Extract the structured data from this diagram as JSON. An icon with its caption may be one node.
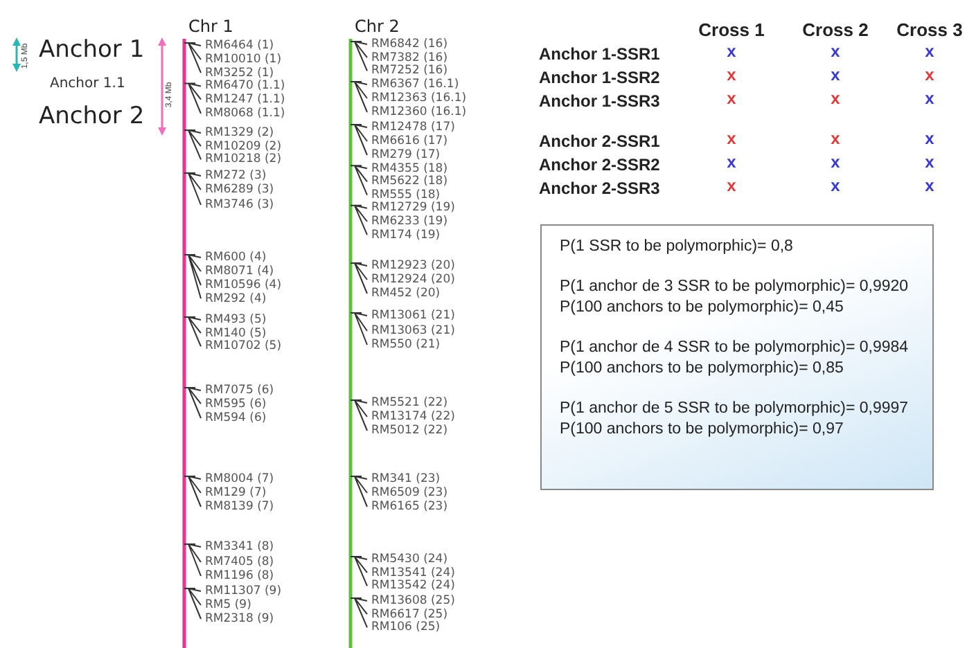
{
  "diagram": {
    "nodes": [
      {
        "text": [
          "P(1 SSR to be polymorphic)= 0,8",
          "P(1 anchor de 3 SSR to be polymorphic)= 0,9920",
          "P(100 anchors to be polymorphic)= 0,45",
          "P(1 anchor de 4 SSR to be polymorphic)= 0,9984",
          "P(100 anchors to be polymorphic)= 0,85",
          "P(1 anchor de 5 SSR to be polymorphic)= 0,9997",
          "P(100 anchors to be polymorphic)= 0,97"
        ]
      }
    ],
    "labels": [
      "1,5 Mb",
      "Anchor 1",
      "3,4 Mb",
      "Anchor 1.1",
      "Anchor 2",
      "Chr 1",
      "Chr 2",
      "RM6464 (1)",
      "RM10010 (1)",
      "RM3252 (1)",
      "RM6470 (1.1)",
      "RM1247 (1.1)",
      "RM8068 (1.1)",
      "RM1329 (2)",
      "RM10209 (2)",
      "RM10218 (2)",
      "RM272 (3)",
      "RM6289 (3)",
      "RM3746 (3)",
      "RM600 (4)",
      "RM8071 (4)",
      "RM10596 (4)",
      "RM292 (4)",
      "RM493 (5)",
      "RM140 (5)",
      "RM10702 (5)",
      "RM7075 (6)",
      "RM595 (6)",
      "RM594 (6)",
      "RM8004 (7)",
      "RM129 (7)",
      "RM8139 (7)",
      "RM3341 (8)",
      "RM7405 (8)",
      "RM1196 (8)",
      "RM11307 (9)",
      "RM5 (9)",
      "RM2318 (9)",
      "RM6842 (16)",
      "RM7382 (16)",
      "RM7252 (16)",
      "RM6367 (16.1)",
      "RM12363 (16.1)",
      "RM12360 (16.1)",
      "RM12478 (17)",
      "RM6616 (17)",
      "RM279 (17)",
      "RM4355 (18)",
      "RM5622 (18)",
      "RM555 (18)",
      "RM12729 (19)",
      "RM6233 (19)",
      "RM174 (19)",
      "RM12923 (20)",
      "RM12924 (20)",
      "RM452 (20)",
      "RM13061 (21)",
      "RM13063 (21)",
      "RM550 (21)",
      "RM5521 (22)",
      "RM13174 (22)",
      "RM5012 (22)",
      "RM341 (23)",
      "RM6509 (23)",
      "RM6165 (23)",
      "RM5430 (24)",
      "RM13541 (24)",
      "RM13542 (24)",
      "RM13608 (25)",
      "RM6617 (25)",
      "RM106 (25)",
      "Cross 1",
      "Cross 2",
      "Cross 3",
      "Anchor 1-SSR1",
      "x",
      "x",
      "x",
      "Anchor 1-SSR2",
      "x",
      "x",
      "x",
      "Anchor 1-SSR3",
      "x",
      "x",
      "x",
      "Anchor 2-SSR1",
      "x",
      "x",
      "x",
      "Anchor 2-SSR2",
      "x",
      "x",
      "x",
      "Anchor 2-SSR3",
      "x",
      "x",
      "x"
    ]
  }
}
